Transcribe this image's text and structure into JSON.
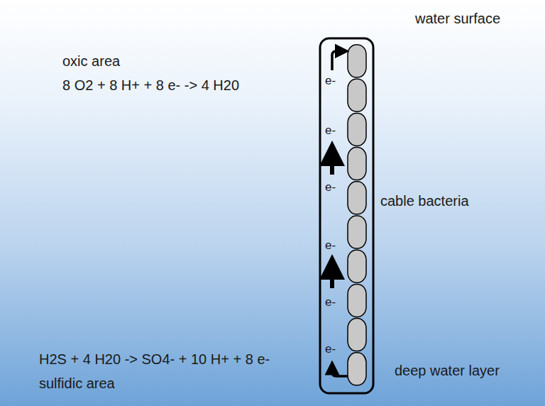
{
  "diagram": {
    "labels": [
      "water surface",
      "oxic area",
      "8 O2 + 8 H+ + 8 e- -> 4 H20",
      "e-",
      "e-",
      "e-",
      "e-",
      "e-",
      "e-",
      "cable bacteria",
      "H2S + 4 H20 -> SO4- + 10 H+ + 8 e-",
      "sulfidic area",
      "deep water layer"
    ]
  }
}
